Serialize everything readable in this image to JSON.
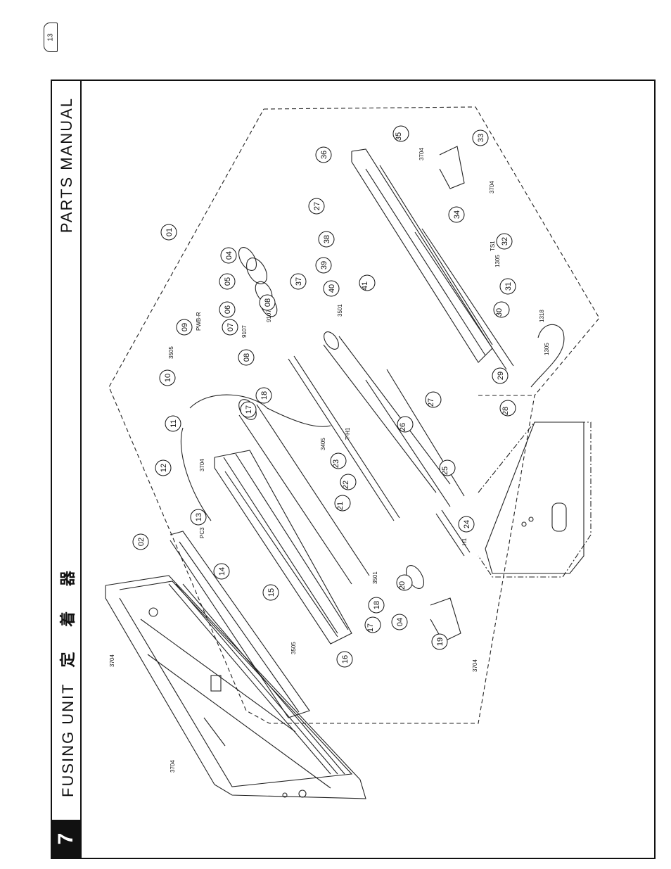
{
  "page": {
    "number": "13"
  },
  "header": {
    "section_number": "7",
    "title_en": "FUSING UNIT",
    "title_jp": "定 着 器",
    "manual_name": "PARTS MANUAL"
  },
  "callouts": [
    {
      "id": "01"
    },
    {
      "id": "02"
    },
    {
      "id": "04"
    },
    {
      "id": "04"
    },
    {
      "id": "05"
    },
    {
      "id": "06"
    },
    {
      "id": "07"
    },
    {
      "id": "08"
    },
    {
      "id": "08"
    },
    {
      "id": "09"
    },
    {
      "id": "10"
    },
    {
      "id": "11"
    },
    {
      "id": "12"
    },
    {
      "id": "13"
    },
    {
      "id": "14"
    },
    {
      "id": "15"
    },
    {
      "id": "16"
    },
    {
      "id": "17"
    },
    {
      "id": "17"
    },
    {
      "id": "18"
    },
    {
      "id": "18"
    },
    {
      "id": "19"
    },
    {
      "id": "20"
    },
    {
      "id": "21"
    },
    {
      "id": "22"
    },
    {
      "id": "23"
    },
    {
      "id": "24"
    },
    {
      "id": "25"
    },
    {
      "id": "26"
    },
    {
      "id": "27"
    },
    {
      "id": "27"
    },
    {
      "id": "28"
    },
    {
      "id": "29"
    },
    {
      "id": "30"
    },
    {
      "id": "31"
    },
    {
      "id": "32"
    },
    {
      "id": "33"
    },
    {
      "id": "34"
    },
    {
      "id": "35"
    },
    {
      "id": "36"
    },
    {
      "id": "37"
    },
    {
      "id": "38"
    },
    {
      "id": "39"
    },
    {
      "id": "40"
    },
    {
      "id": "41"
    }
  ],
  "screw_codes": [
    {
      "code": "3704"
    },
    {
      "code": "3704"
    },
    {
      "code": "3704"
    },
    {
      "code": "3704"
    },
    {
      "code": "3704"
    },
    {
      "code": "3704"
    },
    {
      "code": "3505"
    },
    {
      "code": "3505"
    },
    {
      "code": "3405"
    },
    {
      "code": "3501"
    },
    {
      "code": "3501"
    },
    {
      "code": "9107"
    },
    {
      "code": "9107"
    },
    {
      "code": "1305"
    },
    {
      "code": "1305"
    },
    {
      "code": "1318"
    }
  ],
  "component_labels": [
    {
      "text": "PWB-R"
    },
    {
      "text": "PC3"
    },
    {
      "text": "T-H1"
    },
    {
      "text": "H1"
    },
    {
      "text": "TS1"
    }
  ]
}
